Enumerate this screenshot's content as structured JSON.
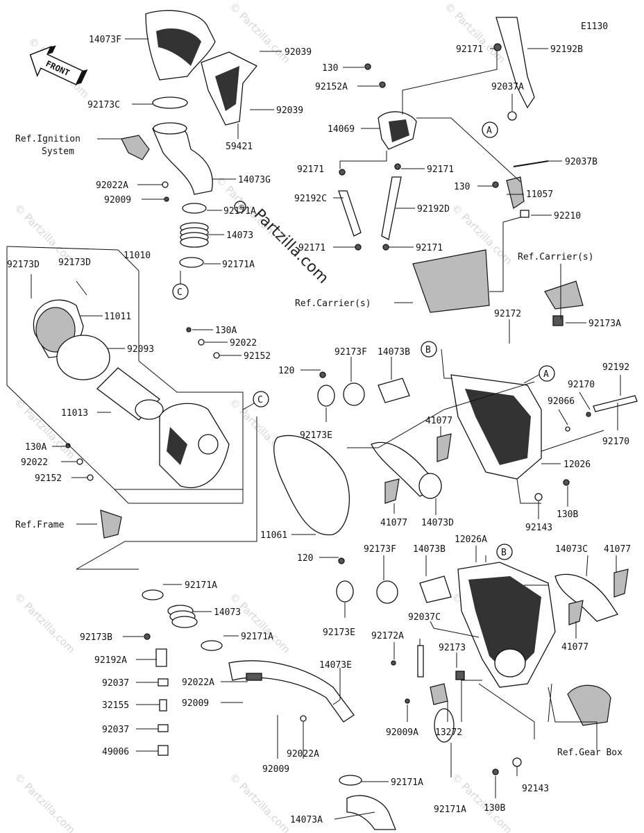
{
  "diagram_id": "E1130",
  "front_label": "FRONT",
  "watermarks": {
    "small": "© Partzilla.com",
    "big": "Partzilla.com"
  },
  "callouts": {
    "a": "A",
    "b": "B",
    "c": "C"
  },
  "labels": [
    {
      "id": "l1",
      "text": "14073F"
    },
    {
      "id": "l2",
      "text": "92039"
    },
    {
      "id": "l3",
      "text": "92173C"
    },
    {
      "id": "l4",
      "text": "92039"
    },
    {
      "id": "l5",
      "text": "59421"
    },
    {
      "id": "l6",
      "text": "Ref.Ignition"
    },
    {
      "id": "l7",
      "text": "System"
    },
    {
      "id": "l8",
      "text": "92022A"
    },
    {
      "id": "l9",
      "text": "14073G"
    },
    {
      "id": "l10",
      "text": "92009"
    },
    {
      "id": "l11",
      "text": "92171A"
    },
    {
      "id": "l12",
      "text": "14073"
    },
    {
      "id": "l13",
      "text": "92171A"
    },
    {
      "id": "l14",
      "text": "11010"
    },
    {
      "id": "l15",
      "text": "92173D"
    },
    {
      "id": "l16",
      "text": "92173D"
    },
    {
      "id": "l17",
      "text": "11011"
    },
    {
      "id": "l18",
      "text": "92093"
    },
    {
      "id": "l19",
      "text": "11013"
    },
    {
      "id": "l20",
      "text": "130A"
    },
    {
      "id": "l21",
      "text": "92022"
    },
    {
      "id": "l22",
      "text": "92152"
    },
    {
      "id": "l23",
      "text": "Ref.Frame"
    },
    {
      "id": "l24",
      "text": "130A"
    },
    {
      "id": "l25",
      "text": "92022"
    },
    {
      "id": "l26",
      "text": "92152"
    },
    {
      "id": "l27",
      "text": "11061"
    },
    {
      "id": "l28",
      "text": "92171A"
    },
    {
      "id": "l29",
      "text": "14073"
    },
    {
      "id": "l30",
      "text": "92173B"
    },
    {
      "id": "l31",
      "text": "92192A"
    },
    {
      "id": "l32",
      "text": "92171A"
    },
    {
      "id": "l33",
      "text": "92037"
    },
    {
      "id": "l34",
      "text": "32155"
    },
    {
      "id": "l35",
      "text": "92037"
    },
    {
      "id": "l36",
      "text": "49006"
    },
    {
      "id": "l37",
      "text": "92022A"
    },
    {
      "id": "l38",
      "text": "92009"
    },
    {
      "id": "l39",
      "text": "14073E"
    },
    {
      "id": "l40",
      "text": "92009"
    },
    {
      "id": "l41",
      "text": "92022A"
    },
    {
      "id": "l42",
      "text": "92171A"
    },
    {
      "id": "l43",
      "text": "14073A"
    },
    {
      "id": "l44",
      "text": "92171A"
    },
    {
      "id": "l45",
      "text": "E1130"
    },
    {
      "id": "l46",
      "text": "92171"
    },
    {
      "id": "l47",
      "text": "92192B"
    },
    {
      "id": "l48",
      "text": "130"
    },
    {
      "id": "l49",
      "text": "92152A"
    },
    {
      "id": "l50",
      "text": "92037A"
    },
    {
      "id": "l51",
      "text": "14069"
    },
    {
      "id": "l52",
      "text": "92037B"
    },
    {
      "id": "l53",
      "text": "92171"
    },
    {
      "id": "l54",
      "text": "92171"
    },
    {
      "id": "l55",
      "text": "130"
    },
    {
      "id": "l56",
      "text": "11057"
    },
    {
      "id": "l57",
      "text": "92192C"
    },
    {
      "id": "l58",
      "text": "92192D"
    },
    {
      "id": "l59",
      "text": "92210"
    },
    {
      "id": "l60",
      "text": "92171"
    },
    {
      "id": "l61",
      "text": "92171"
    },
    {
      "id": "l62",
      "text": "Ref.Carrier(s)"
    },
    {
      "id": "l63",
      "text": "Ref.Carrier(s)"
    },
    {
      "id": "l64",
      "text": "92173A"
    },
    {
      "id": "l65",
      "text": "92172"
    },
    {
      "id": "l66",
      "text": "92173F"
    },
    {
      "id": "l67",
      "text": "14073B"
    },
    {
      "id": "l68",
      "text": "120"
    },
    {
      "id": "l69",
      "text": "92192"
    },
    {
      "id": "l70",
      "text": "92170"
    },
    {
      "id": "l71",
      "text": "92066"
    },
    {
      "id": "l72",
      "text": "41077"
    },
    {
      "id": "l73",
      "text": "92173E"
    },
    {
      "id": "l74",
      "text": "92170"
    },
    {
      "id": "l75",
      "text": "12026"
    },
    {
      "id": "l76",
      "text": "41077"
    },
    {
      "id": "l77",
      "text": "14073D"
    },
    {
      "id": "l78",
      "text": "92143"
    },
    {
      "id": "l79",
      "text": "130B"
    },
    {
      "id": "l80",
      "text": "120"
    },
    {
      "id": "l81",
      "text": "92173F"
    },
    {
      "id": "l82",
      "text": "14073B"
    },
    {
      "id": "l83",
      "text": "12026A"
    },
    {
      "id": "l84",
      "text": "14073C"
    },
    {
      "id": "l85",
      "text": "41077"
    },
    {
      "id": "l86",
      "text": "92173E"
    },
    {
      "id": "l87",
      "text": "92037C"
    },
    {
      "id": "l88",
      "text": "92172A"
    },
    {
      "id": "l89",
      "text": "92173"
    },
    {
      "id": "l90",
      "text": "41077"
    },
    {
      "id": "l91",
      "text": "92009A"
    },
    {
      "id": "l92",
      "text": "13272"
    },
    {
      "id": "l93",
      "text": "Ref.Gear Box"
    },
    {
      "id": "l94",
      "text": "92143"
    },
    {
      "id": "l95",
      "text": "130B"
    }
  ]
}
